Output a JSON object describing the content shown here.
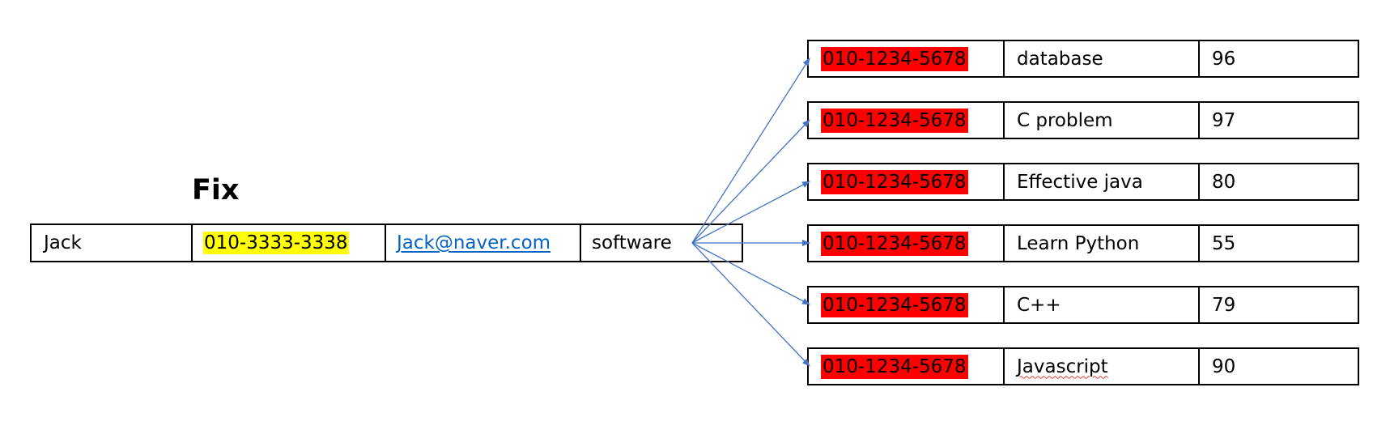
{
  "heading": "Fix",
  "record": {
    "name": "Jack",
    "phone": "010-3333-3338",
    "email": "Jack@naver.com",
    "major": "software"
  },
  "related": [
    {
      "phone": "010-1234-5678",
      "title": "database",
      "score": "96"
    },
    {
      "phone": "010-1234-5678",
      "title": "C problem",
      "score": "97"
    },
    {
      "phone": "010-1234-5678",
      "title": "Effective java",
      "score": "80"
    },
    {
      "phone": "010-1234-5678",
      "title": "Learn Python",
      "score": "55"
    },
    {
      "phone": "010-1234-5678",
      "title": "C++",
      "score": "79"
    },
    {
      "phone": "010-1234-5678",
      "title": "Javascript",
      "score": "90"
    }
  ],
  "colors": {
    "phone_highlight": "#ffff00",
    "foreign_key_highlight": "#ff0000",
    "link": "#0563c1",
    "arrow": "#4472c4"
  }
}
